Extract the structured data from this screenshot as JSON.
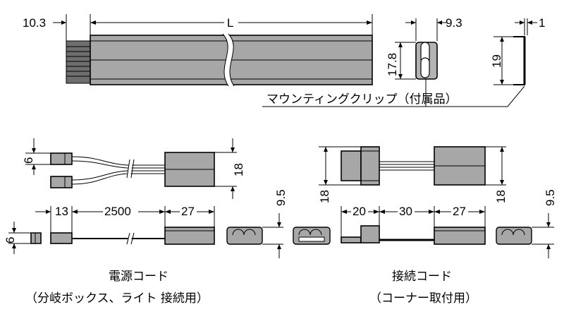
{
  "dimensions": {
    "strip_end": "10.3",
    "strip_length": "L",
    "clip_width": "9.3",
    "clip_height": "17.8",
    "clip_thickness": "1",
    "clip_side_height": "19",
    "power_plug_gap": "6",
    "power_connector_height": "18",
    "power_front_plug_height": "6",
    "power_lead": "13",
    "power_cable_length": "2500",
    "power_connector_length": "27",
    "power_profile_height": "9.5",
    "conn_height_left": "18",
    "conn_height_right": "18",
    "conn_left_length": "20",
    "conn_cable_length": "30",
    "conn_right_length": "27",
    "conn_profile_height": "9.5"
  },
  "labels": {
    "mounting_clip": "マウンティングクリップ（付属品）",
    "power_cord_title": "電源コード",
    "power_cord_sub": "（分岐ボックス、ライト 接続用）",
    "connect_cord_title": "接続コード",
    "connect_cord_sub": "（コーナー取付用）"
  }
}
